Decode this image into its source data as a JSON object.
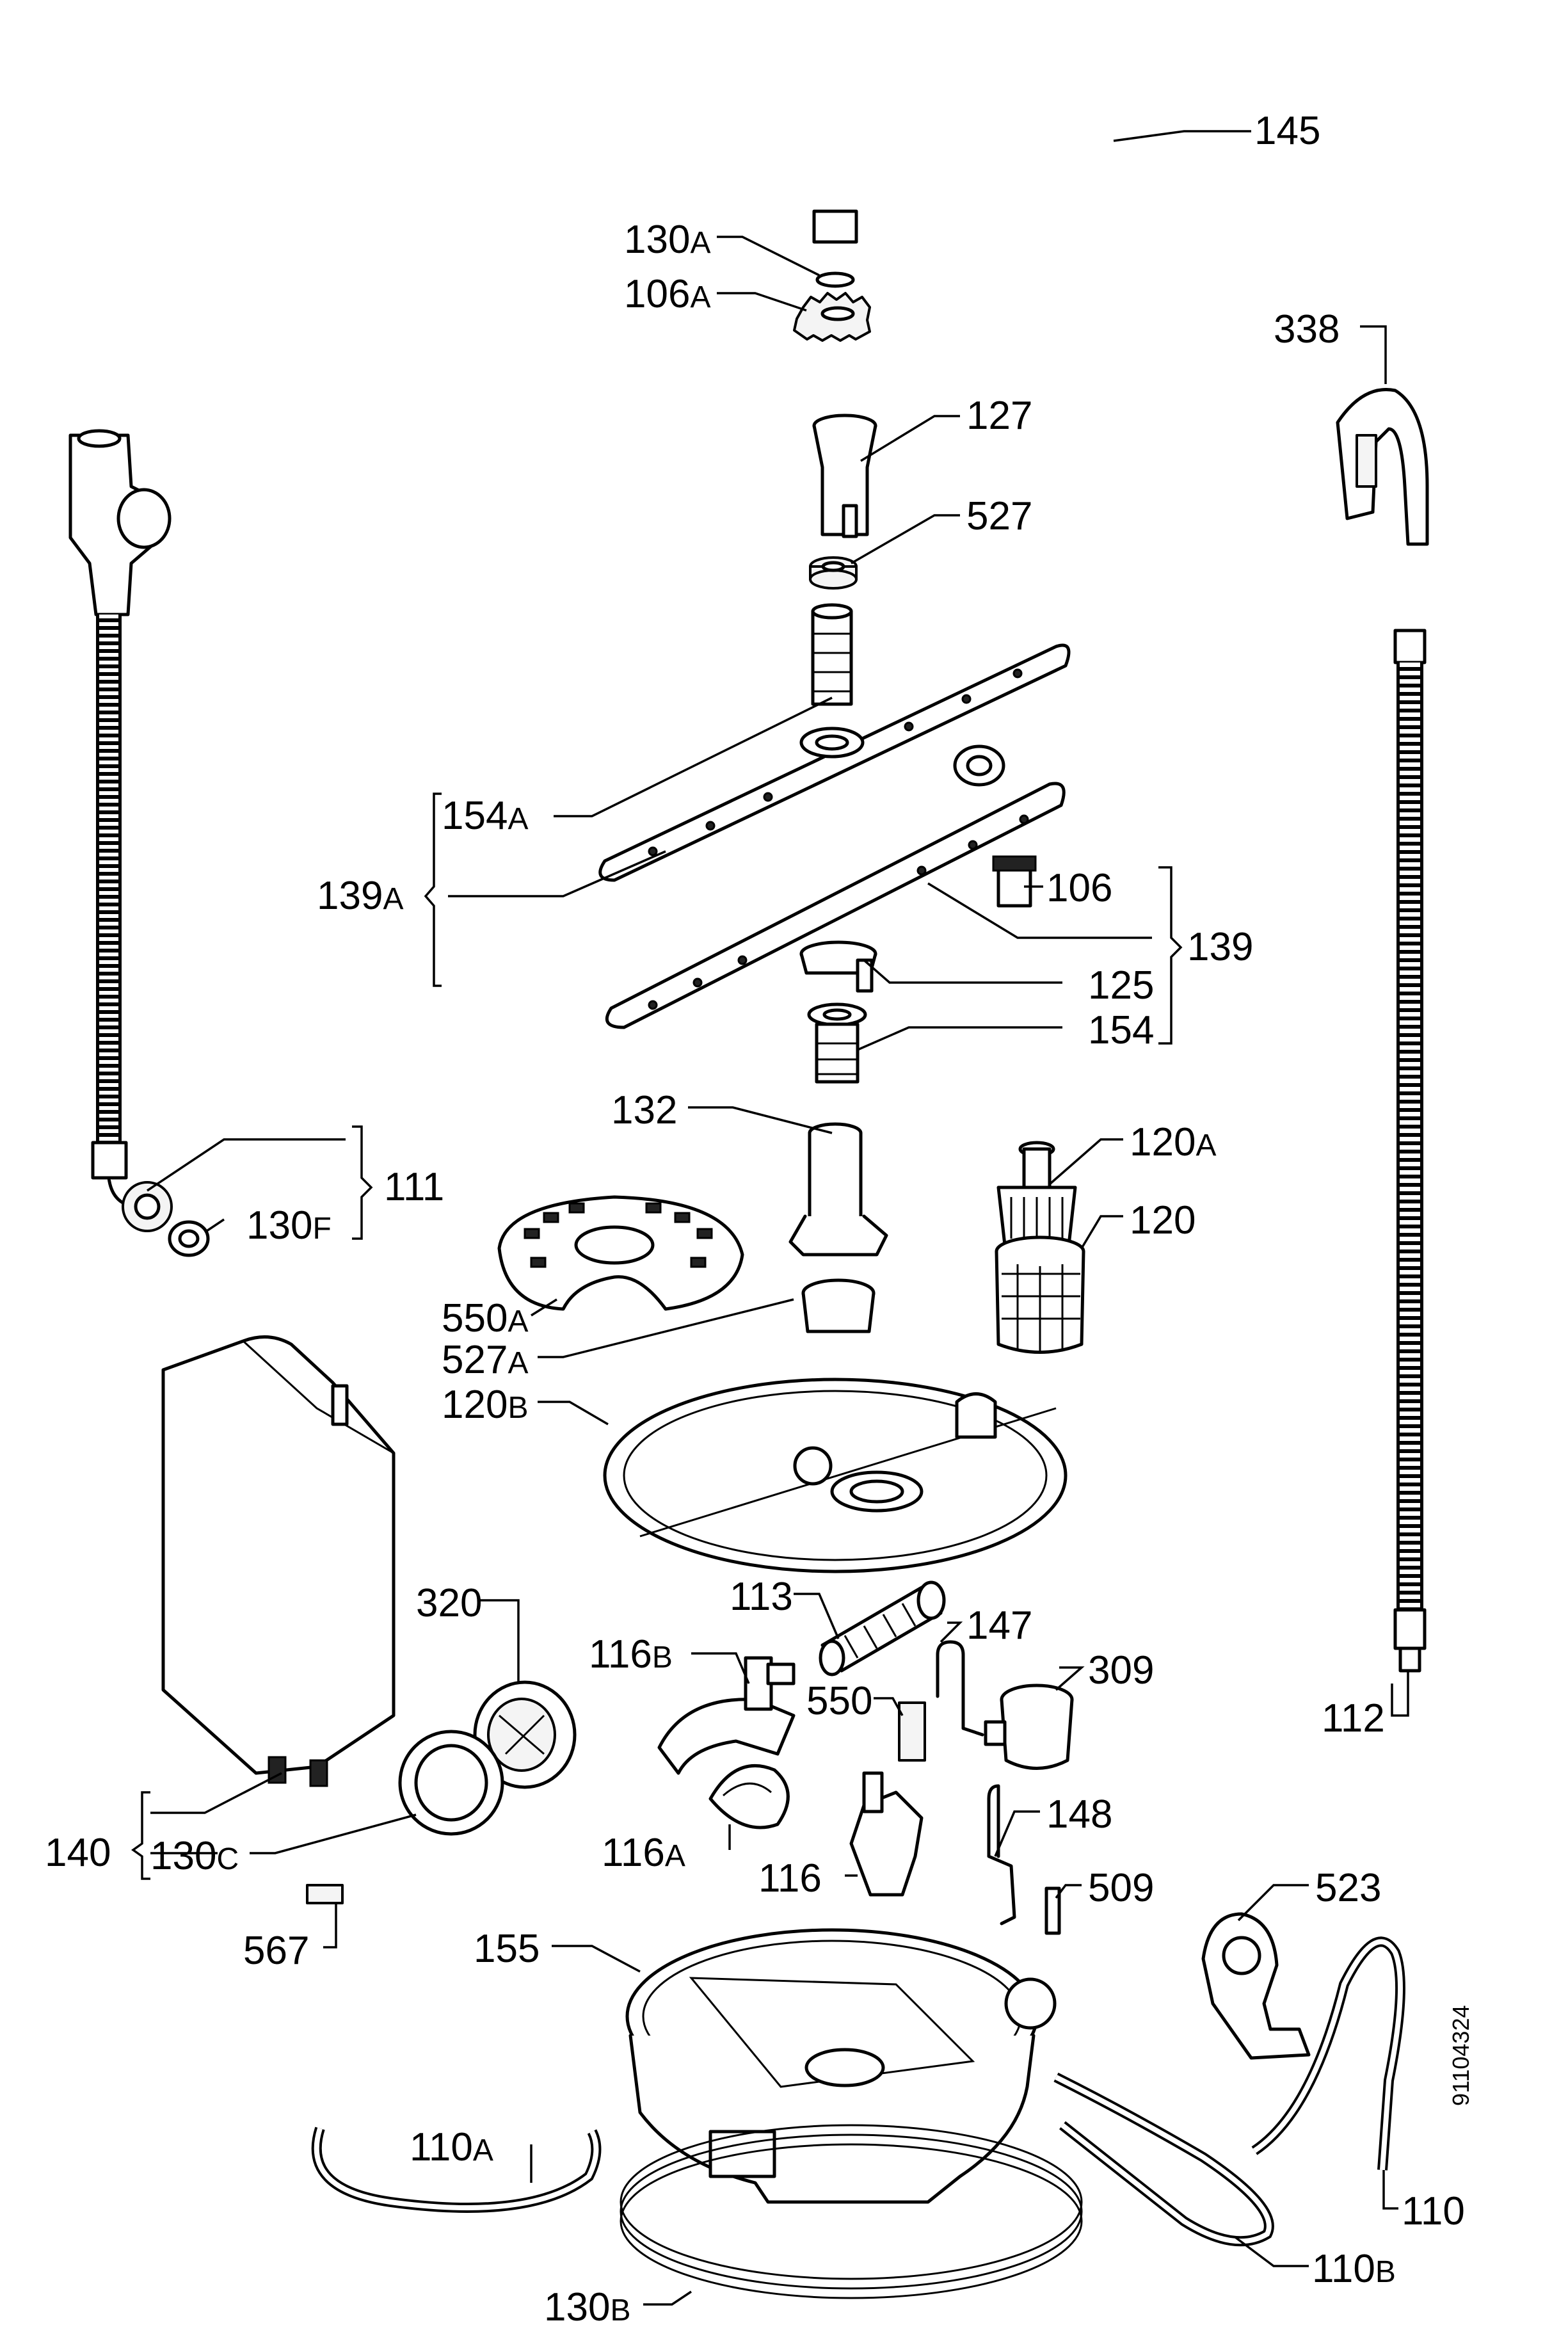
{
  "labels": {
    "p145": "145",
    "p130a": "130",
    "p106a": "106",
    "p338": "338",
    "p127": "127",
    "p527": "527",
    "p154a": "154",
    "p139a": "139",
    "p106": "106",
    "p139": "139",
    "p125": "125",
    "p154": "154",
    "p132": "132",
    "p120a": "120",
    "p111": "111",
    "p120": "120",
    "p130f": "130",
    "p550a": "550",
    "p527a": "527",
    "p120b": "120",
    "p320": "320",
    "p113": "113",
    "p147": "147",
    "p116b": "116",
    "p309": "309",
    "p550": "550",
    "p112": "112",
    "p140": "140",
    "p148": "148",
    "p130c": "130",
    "p116a": "116",
    "p116": "116",
    "p509": "509",
    "p523": "523",
    "p567": "567",
    "p155": "155",
    "p110a": "110",
    "p110": "110",
    "p130b": "130",
    "p110b": "110"
  },
  "suffixes": {
    "p130a": "A",
    "p106a": "A",
    "p154a": "A",
    "p139a": "A",
    "p120a": "A",
    "p130f": "F",
    "p550a": "A",
    "p527a": "A",
    "p120b": "B",
    "p116b": "B",
    "p130c": "C",
    "p116a": "A",
    "p110a": "A",
    "p130b": "B",
    "p110b": "B"
  },
  "drawing_number": "91104324"
}
